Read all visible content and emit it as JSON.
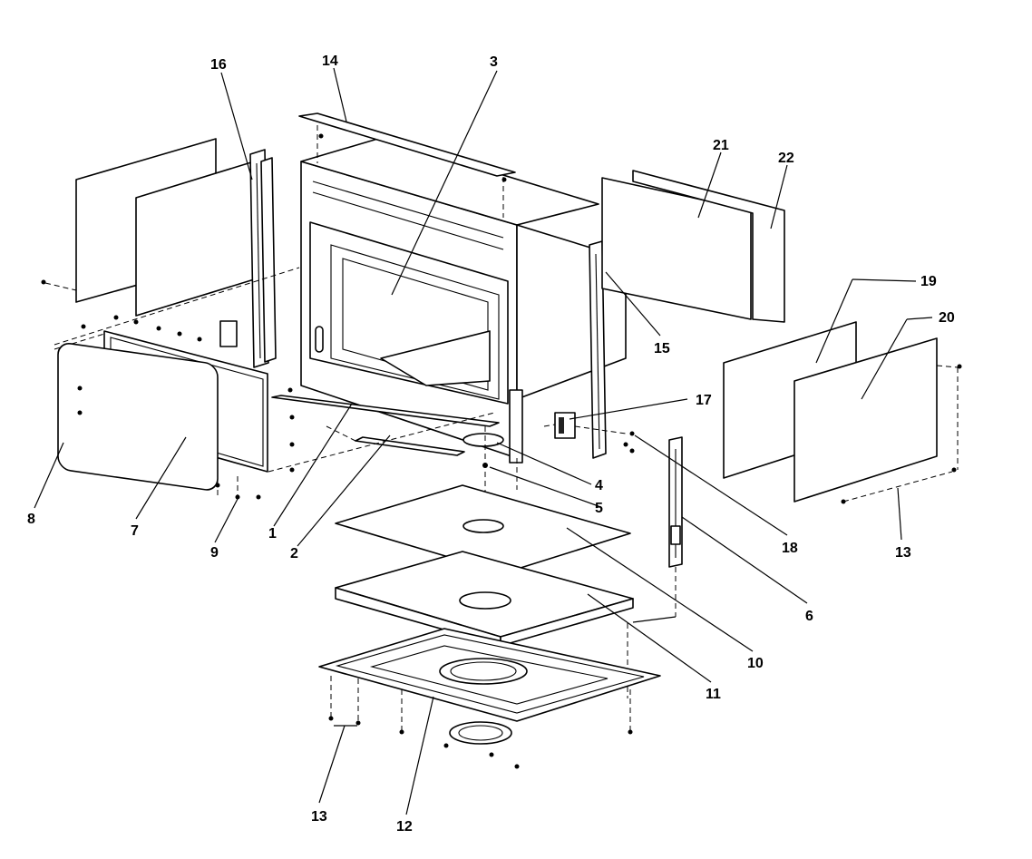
{
  "callouts": [
    {
      "id": "c1",
      "text": "1"
    },
    {
      "id": "c2",
      "text": "2"
    },
    {
      "id": "c3",
      "text": "3"
    },
    {
      "id": "c4",
      "text": "4"
    },
    {
      "id": "c5",
      "text": "5"
    },
    {
      "id": "c6",
      "text": "6"
    },
    {
      "id": "c7",
      "text": "7"
    },
    {
      "id": "c8",
      "text": "8"
    },
    {
      "id": "c9",
      "text": "9"
    },
    {
      "id": "c10",
      "text": "10"
    },
    {
      "id": "c11",
      "text": "11"
    },
    {
      "id": "c12",
      "text": "12"
    },
    {
      "id": "c13a",
      "text": "13"
    },
    {
      "id": "c13b",
      "text": "13"
    },
    {
      "id": "c14",
      "text": "14"
    },
    {
      "id": "c15",
      "text": "15"
    },
    {
      "id": "c16",
      "text": "16"
    },
    {
      "id": "c17",
      "text": "17"
    },
    {
      "id": "c18",
      "text": "18"
    },
    {
      "id": "c19",
      "text": "19"
    },
    {
      "id": "c20",
      "text": "20"
    },
    {
      "id": "c21",
      "text": "21"
    },
    {
      "id": "c22",
      "text": "22"
    }
  ]
}
